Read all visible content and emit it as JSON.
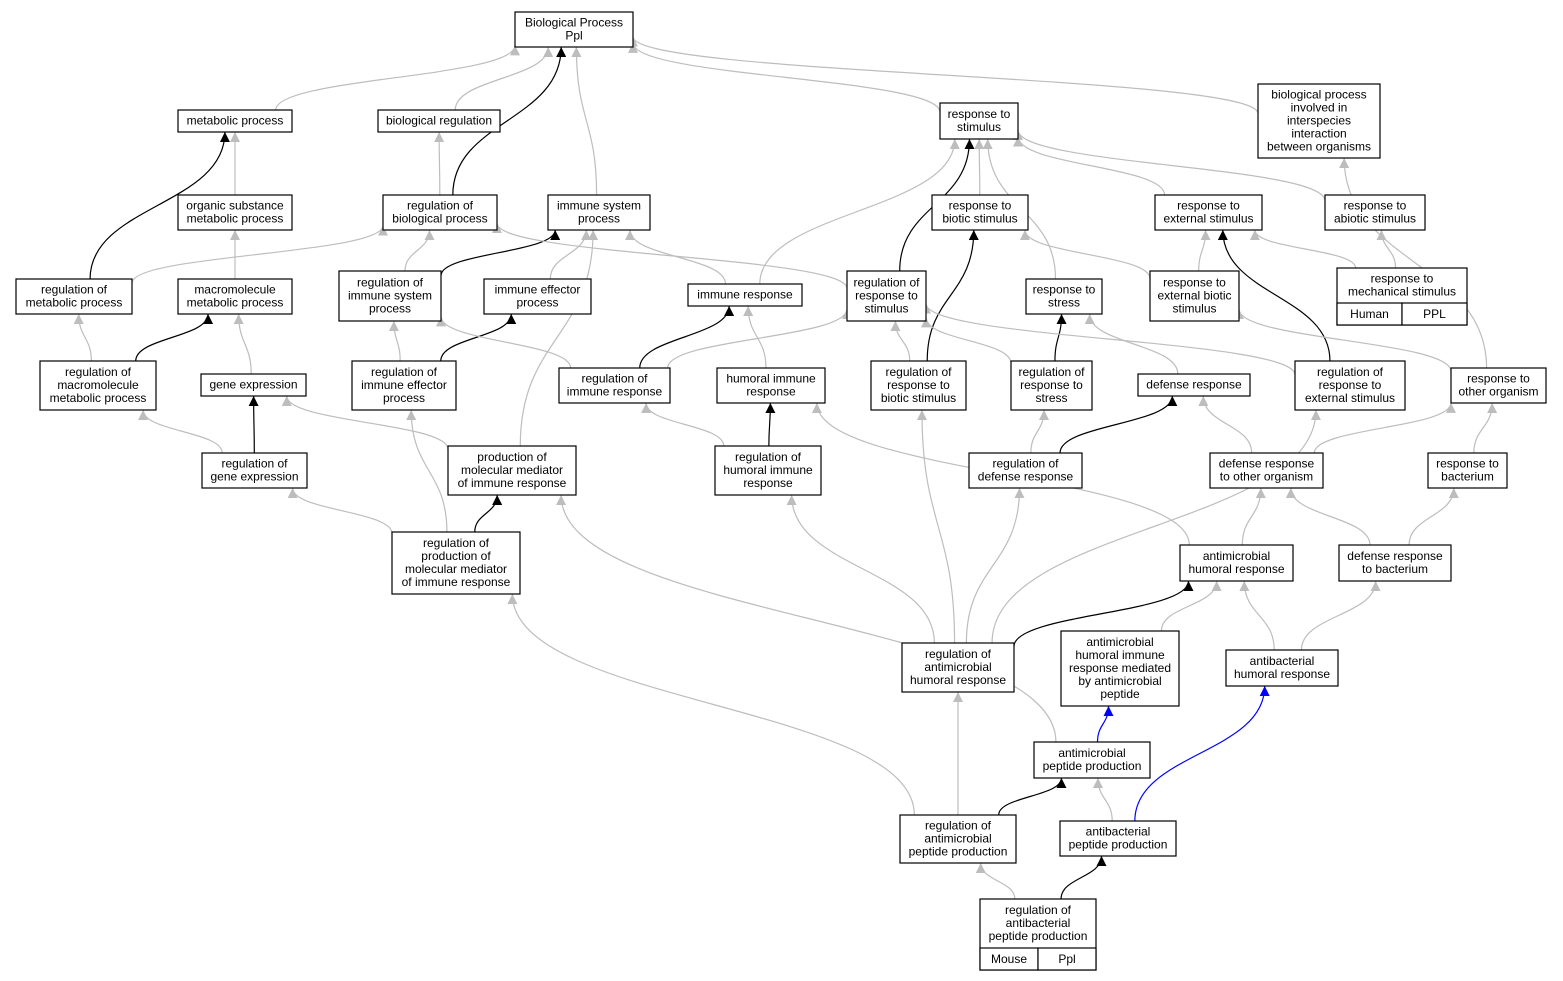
{
  "colors": {
    "gray": "#bdbdbd",
    "black": "#000000",
    "blue": "#0000ff",
    "human_fill": "#f15a40",
    "mouse_fill": "#a9d8e6",
    "node_fill": "#ffffff"
  },
  "nodes": {
    "bp": {
      "label": [
        "Biological Process",
        "Ppl"
      ]
    },
    "metabolic": {
      "label": [
        "metabolic process"
      ]
    },
    "bioreg": {
      "label": [
        "biological regulation"
      ]
    },
    "respstim": {
      "label": [
        "response to",
        "stimulus"
      ]
    },
    "interspecies": {
      "label": [
        "biological process",
        "involved in",
        "interspecies",
        "interaction",
        "between organisms"
      ]
    },
    "orgsub": {
      "label": [
        "organic substance",
        "metabolic process"
      ]
    },
    "regbio": {
      "label": [
        "regulation of",
        "biological process"
      ]
    },
    "immsys": {
      "label": [
        "immune system",
        "process"
      ]
    },
    "respbiotic": {
      "label": [
        "response to",
        "biotic stimulus"
      ]
    },
    "respext": {
      "label": [
        "response to",
        "external stimulus"
      ]
    },
    "respabiotic": {
      "label": [
        "response to",
        "abiotic stimulus"
      ]
    },
    "regmet": {
      "label": [
        "regulation of",
        "metabolic process"
      ]
    },
    "macromet": {
      "label": [
        "macromolecule",
        "metabolic process"
      ]
    },
    "regimmsys": {
      "label": [
        "regulation of",
        "immune system",
        "process"
      ]
    },
    "immeff": {
      "label": [
        "immune effector",
        "process"
      ]
    },
    "immresp": {
      "label": [
        "immune response"
      ]
    },
    "regrespstim": {
      "label": [
        "regulation of",
        "response to",
        "stimulus"
      ]
    },
    "respstress": {
      "label": [
        "response to",
        "stress"
      ]
    },
    "respextbiotic": {
      "label": [
        "response to",
        "external biotic",
        "stimulus"
      ]
    },
    "respmech": {
      "label": [
        "response to",
        "mechanical stimulus"
      ],
      "tags": [
        "Human",
        "PPL"
      ]
    },
    "regmacro": {
      "label": [
        "regulation of",
        "macromolecule",
        "metabolic process"
      ]
    },
    "geneexp": {
      "label": [
        "gene expression"
      ]
    },
    "regimmeff": {
      "label": [
        "regulation of",
        "immune effector",
        "process"
      ]
    },
    "regimmresp": {
      "label": [
        "regulation of",
        "immune response"
      ]
    },
    "humimm": {
      "label": [
        "humoral immune",
        "response"
      ]
    },
    "regrespbiotic": {
      "label": [
        "regulation of",
        "response to",
        "biotic stimulus"
      ]
    },
    "regrespstress": {
      "label": [
        "regulation of",
        "response to",
        "stress"
      ]
    },
    "defresp": {
      "label": [
        "defense response"
      ]
    },
    "regrespext": {
      "label": [
        "regulation of",
        "response to",
        "external stimulus"
      ]
    },
    "respother": {
      "label": [
        "response to",
        "other organism"
      ]
    },
    "reggeneexp": {
      "label": [
        "regulation of",
        "gene expression"
      ]
    },
    "prodmol": {
      "label": [
        "production of",
        "molecular mediator",
        "of immune response"
      ]
    },
    "reghumimm": {
      "label": [
        "regulation of",
        "humoral immune",
        "response"
      ]
    },
    "regdef": {
      "label": [
        "regulation of",
        "defense response"
      ]
    },
    "defother": {
      "label": [
        "defense response",
        "to other organism"
      ]
    },
    "respbact": {
      "label": [
        "response to",
        "bacterium"
      ]
    },
    "regprodmol": {
      "label": [
        "regulation of",
        "production of",
        "molecular mediator",
        "of immune response"
      ]
    },
    "antimhum": {
      "label": [
        "antimicrobial",
        "humoral response"
      ]
    },
    "defbact": {
      "label": [
        "defense response",
        "to bacterium"
      ]
    },
    "regantimhum": {
      "label": [
        "regulation of",
        "antimicrobial",
        "humoral response"
      ]
    },
    "antimhumpep": {
      "label": [
        "antimicrobial",
        "humoral immune",
        "response mediated",
        "by antimicrobial",
        "peptide"
      ]
    },
    "antibacthum": {
      "label": [
        "antibacterial",
        "humoral response"
      ]
    },
    "antimpep": {
      "label": [
        "antimicrobial",
        "peptide production"
      ]
    },
    "regantimpep": {
      "label": [
        "regulation of",
        "antimicrobial",
        "peptide production"
      ]
    },
    "antibactpep": {
      "label": [
        "antibacterial",
        "peptide production"
      ]
    },
    "regantibactpep": {
      "label": [
        "regulation of",
        "antibacterial",
        "peptide production"
      ],
      "tags": [
        "Mouse",
        "Ppl"
      ]
    }
  },
  "edges": [
    {
      "from": "metabolic",
      "to": "bp",
      "color": "gray"
    },
    {
      "from": "bioreg",
      "to": "bp",
      "color": "gray"
    },
    {
      "from": "regbio",
      "to": "bp",
      "color": "black"
    },
    {
      "from": "immsys",
      "to": "bp",
      "color": "gray"
    },
    {
      "from": "respstim",
      "to": "bp",
      "color": "gray"
    },
    {
      "from": "interspecies",
      "to": "bp",
      "color": "gray"
    },
    {
      "from": "orgsub",
      "to": "metabolic",
      "color": "gray"
    },
    {
      "from": "regbio",
      "to": "bioreg",
      "color": "gray"
    },
    {
      "from": "regmet",
      "to": "metabolic",
      "color": "black"
    },
    {
      "from": "regmet",
      "to": "regbio",
      "color": "gray"
    },
    {
      "from": "macromet",
      "to": "orgsub",
      "color": "gray"
    },
    {
      "from": "regimmsys",
      "to": "regbio",
      "color": "gray"
    },
    {
      "from": "regimmsys",
      "to": "immsys",
      "color": "black"
    },
    {
      "from": "immeff",
      "to": "immsys",
      "color": "gray"
    },
    {
      "from": "immresp",
      "to": "immsys",
      "color": "gray"
    },
    {
      "from": "immresp",
      "to": "respstim",
      "color": "gray"
    },
    {
      "from": "regrespstim",
      "to": "regbio",
      "color": "gray"
    },
    {
      "from": "regrespstim",
      "to": "respstim",
      "color": "black"
    },
    {
      "from": "respbiotic",
      "to": "respstim",
      "color": "gray"
    },
    {
      "from": "respstress",
      "to": "respstim",
      "color": "gray"
    },
    {
      "from": "respext",
      "to": "respstim",
      "color": "gray"
    },
    {
      "from": "respabiotic",
      "to": "respstim",
      "color": "gray"
    },
    {
      "from": "respextbiotic",
      "to": "respbiotic",
      "color": "gray"
    },
    {
      "from": "respextbiotic",
      "to": "respext",
      "color": "gray"
    },
    {
      "from": "respmech",
      "to": "respext",
      "color": "gray"
    },
    {
      "from": "respmech",
      "to": "respabiotic",
      "color": "gray"
    },
    {
      "from": "regmacro",
      "to": "regmet",
      "color": "gray"
    },
    {
      "from": "regmacro",
      "to": "macromet",
      "color": "black"
    },
    {
      "from": "geneexp",
      "to": "macromet",
      "color": "gray"
    },
    {
      "from": "regimmeff",
      "to": "regimmsys",
      "color": "gray"
    },
    {
      "from": "regimmeff",
      "to": "immeff",
      "color": "black"
    },
    {
      "from": "regimmresp",
      "to": "regimmsys",
      "color": "gray"
    },
    {
      "from": "regimmresp",
      "to": "immresp",
      "color": "black"
    },
    {
      "from": "regimmresp",
      "to": "regrespstim",
      "color": "gray"
    },
    {
      "from": "humimm",
      "to": "immresp",
      "color": "gray"
    },
    {
      "from": "regrespbiotic",
      "to": "regrespstim",
      "color": "gray"
    },
    {
      "from": "regrespbiotic",
      "to": "respbiotic",
      "color": "black"
    },
    {
      "from": "regrespstress",
      "to": "regrespstim",
      "color": "gray"
    },
    {
      "from": "regrespstress",
      "to": "respstress",
      "color": "black"
    },
    {
      "from": "defresp",
      "to": "respstress",
      "color": "gray"
    },
    {
      "from": "regrespext",
      "to": "regrespstim",
      "color": "gray"
    },
    {
      "from": "regrespext",
      "to": "respext",
      "color": "black"
    },
    {
      "from": "respother",
      "to": "respextbiotic",
      "color": "gray"
    },
    {
      "from": "respother",
      "to": "interspecies",
      "color": "gray"
    },
    {
      "from": "reggeneexp",
      "to": "regmacro",
      "color": "gray"
    },
    {
      "from": "reggeneexp",
      "to": "geneexp",
      "color": "black"
    },
    {
      "from": "prodmol",
      "to": "geneexp",
      "color": "gray"
    },
    {
      "from": "prodmol",
      "to": "immsys",
      "color": "gray"
    },
    {
      "from": "reghumimm",
      "to": "regimmresp",
      "color": "gray"
    },
    {
      "from": "reghumimm",
      "to": "humimm",
      "color": "black"
    },
    {
      "from": "regdef",
      "to": "regrespstress",
      "color": "gray"
    },
    {
      "from": "regdef",
      "to": "defresp",
      "color": "black"
    },
    {
      "from": "defother",
      "to": "defresp",
      "color": "gray"
    },
    {
      "from": "defother",
      "to": "respother",
      "color": "gray"
    },
    {
      "from": "respbact",
      "to": "respother",
      "color": "gray"
    },
    {
      "from": "regprodmol",
      "to": "reggeneexp",
      "color": "gray"
    },
    {
      "from": "regprodmol",
      "to": "regimmeff",
      "color": "gray"
    },
    {
      "from": "regprodmol",
      "to": "prodmol",
      "color": "black"
    },
    {
      "from": "antimhum",
      "to": "humimm",
      "color": "gray"
    },
    {
      "from": "antimhum",
      "to": "defother",
      "color": "gray"
    },
    {
      "from": "defbact",
      "to": "defother",
      "color": "gray"
    },
    {
      "from": "defbact",
      "to": "respbact",
      "color": "gray"
    },
    {
      "from": "regantimhum",
      "to": "reghumimm",
      "color": "gray"
    },
    {
      "from": "regantimhum",
      "to": "regrespbiotic",
      "color": "gray"
    },
    {
      "from": "regantimhum",
      "to": "regdef",
      "color": "gray"
    },
    {
      "from": "regantimhum",
      "to": "regrespext",
      "color": "gray"
    },
    {
      "from": "regantimhum",
      "to": "antimhum",
      "color": "black"
    },
    {
      "from": "antimhumpep",
      "to": "antimhum",
      "color": "gray"
    },
    {
      "from": "antibacthum",
      "to": "antimhum",
      "color": "gray"
    },
    {
      "from": "antibacthum",
      "to": "defbact",
      "color": "gray"
    },
    {
      "from": "antimpep",
      "to": "prodmol",
      "color": "gray"
    },
    {
      "from": "antimpep",
      "to": "antimhumpep",
      "color": "blue"
    },
    {
      "from": "regantimpep",
      "to": "regprodmol",
      "color": "gray"
    },
    {
      "from": "regantimpep",
      "to": "regantimhum",
      "color": "gray"
    },
    {
      "from": "regantimpep",
      "to": "antimpep",
      "color": "black"
    },
    {
      "from": "antibactpep",
      "to": "antimpep",
      "color": "gray"
    },
    {
      "from": "antibactpep",
      "to": "antibacthum",
      "color": "blue"
    },
    {
      "from": "regantibactpep",
      "to": "regantimpep",
      "color": "gray"
    },
    {
      "from": "regantibactpep",
      "to": "antibactpep",
      "color": "black"
    }
  ]
}
